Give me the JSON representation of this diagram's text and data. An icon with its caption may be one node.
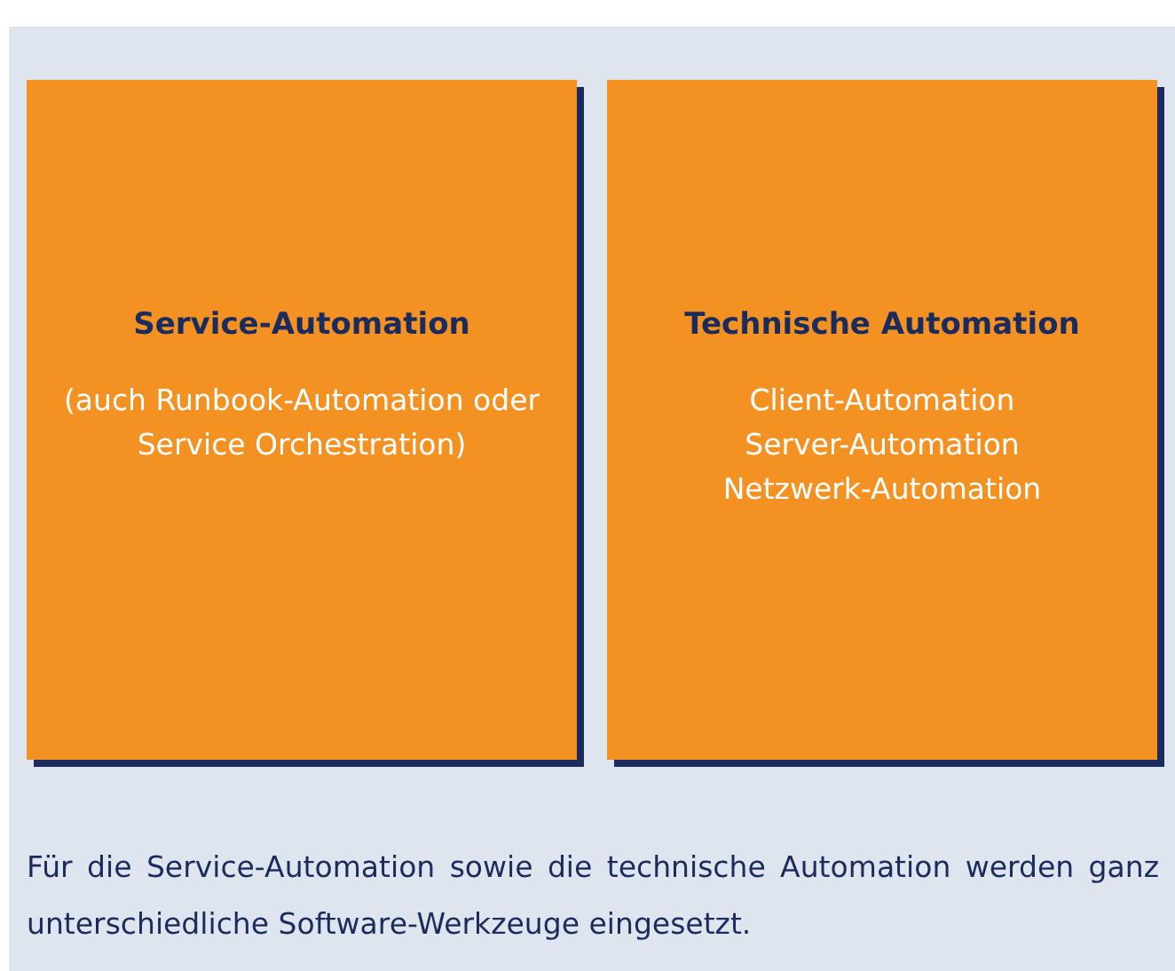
{
  "diagram": {
    "nodes": [
      {
        "text": [
          "Service-Automation",
          "(auch Runbook-Automation oder Service Orchestration)"
        ]
      },
      {
        "text": [
          "Technische Automation",
          "Client-Automation",
          "Server-Automation",
          "Netzwerk-Automation"
        ]
      }
    ],
    "caption": "Für die Service-Automation sowie die technische Automation werden ganz unterschiedliche Software-Werkzeuge eingesetzt."
  }
}
